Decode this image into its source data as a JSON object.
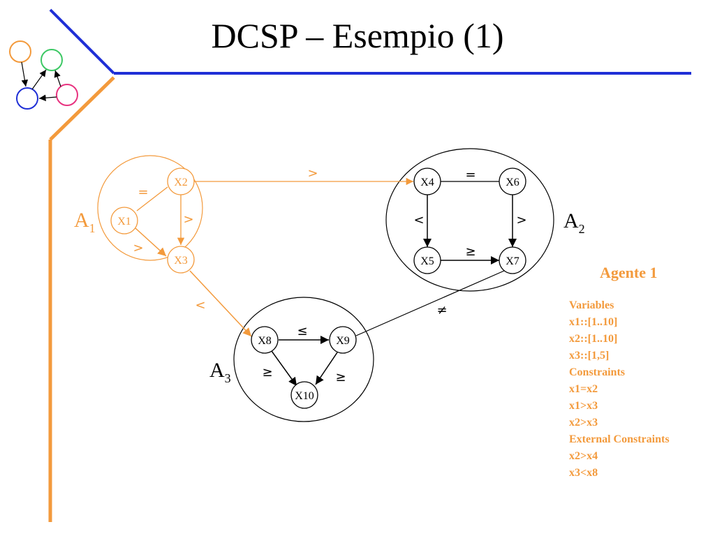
{
  "title": "DCSP – Esempio (1)",
  "colors": {
    "orange": "#f39a3c",
    "blue": "#1f2fd6",
    "green": "#3cc864",
    "pink": "#e8327f",
    "black": "#000000"
  },
  "logo": {
    "icon": "graph-logo-icon"
  },
  "agents": {
    "a1": {
      "letter": "A",
      "index": "1"
    },
    "a2": {
      "letter": "A",
      "index": "2"
    },
    "a3": {
      "letter": "A",
      "index": "3"
    }
  },
  "nodes": {
    "x1": "X1",
    "x2": "X2",
    "x3": "X3",
    "x4": "X4",
    "x5": "X5",
    "x6": "X6",
    "x7": "X7",
    "x8": "X8",
    "x9": "X9",
    "x10": "X10"
  },
  "relations": {
    "x1_x2": "=",
    "x1_x3": ">",
    "x2_x3": ">",
    "x2_x4": ">",
    "x3_x8": "<",
    "x4_x6": "=",
    "x4_x5": "<",
    "x6_x7": ">",
    "x5_x7": "≥",
    "x8_x9": "≤",
    "x8_x10": "≥",
    "x9_x10": "≥",
    "x9_x7": "≠"
  },
  "agent_panel": {
    "heading": "Agente 1",
    "lines": [
      "Variables",
      "x1::[1..10]",
      "x2::[1..10]",
      "x3::[1,5]",
      "Constraints",
      "x1=x2",
      "x1>x3",
      "x2>x3",
      "External Constraints",
      "x2>x4",
      "x3<x8"
    ]
  }
}
